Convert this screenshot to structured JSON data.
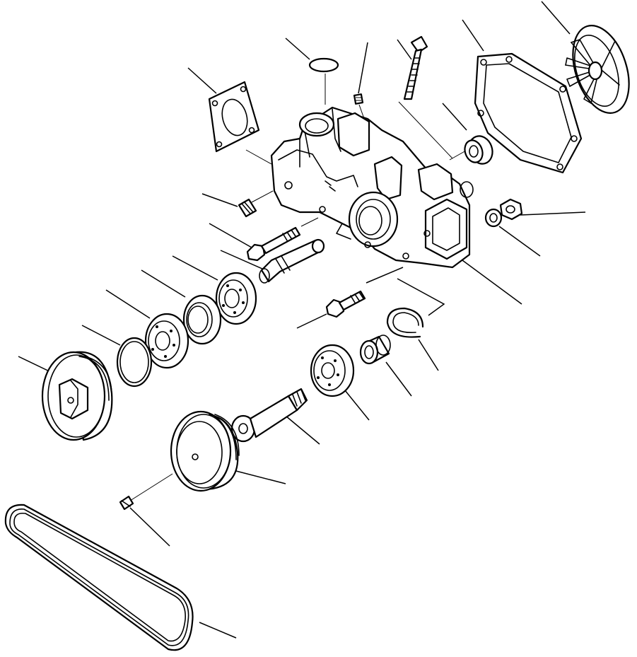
{
  "diagram": {
    "type": "exploded-parts-view",
    "parts": [
      {
        "id": "fan-impeller",
        "icon": "impeller-icon"
      },
      {
        "id": "housing-gasket",
        "icon": "gasket-icon"
      },
      {
        "id": "stud-bolt",
        "icon": "bolt-icon"
      },
      {
        "id": "small-plug",
        "icon": "plug-icon"
      },
      {
        "id": "o-ring",
        "icon": "o-ring-icon"
      },
      {
        "id": "flange-gasket",
        "icon": "gasket-icon"
      },
      {
        "id": "pump-housing",
        "icon": "housing-icon"
      },
      {
        "id": "seal-bushing",
        "icon": "bushing-icon"
      },
      {
        "id": "nut",
        "icon": "nut-icon"
      },
      {
        "id": "washer",
        "icon": "washer-icon"
      },
      {
        "id": "drain-plug",
        "icon": "plug-icon"
      },
      {
        "id": "hex-bolt",
        "icon": "bolt-icon"
      },
      {
        "id": "idler-shaft",
        "icon": "shaft-icon"
      },
      {
        "id": "bearing-front",
        "icon": "bearing-icon"
      },
      {
        "id": "oil-seal",
        "icon": "seal-icon"
      },
      {
        "id": "bearing-rear",
        "icon": "bearing-icon"
      },
      {
        "id": "snap-ring",
        "icon": "snap-ring-icon"
      },
      {
        "id": "idler-pulley",
        "icon": "pulley-icon"
      },
      {
        "id": "mounting-bolt",
        "icon": "bolt-icon"
      },
      {
        "id": "retaining-ring",
        "icon": "snap-ring-icon"
      },
      {
        "id": "spacer-collar",
        "icon": "collar-icon"
      },
      {
        "id": "shaft-bearing",
        "icon": "bearing-icon"
      },
      {
        "id": "pump-shaft",
        "icon": "shaft-icon"
      },
      {
        "id": "drive-pulley",
        "icon": "pulley-icon"
      },
      {
        "id": "set-screw",
        "icon": "set-screw-icon"
      },
      {
        "id": "v-belt",
        "icon": "belt-icon"
      }
    ]
  }
}
